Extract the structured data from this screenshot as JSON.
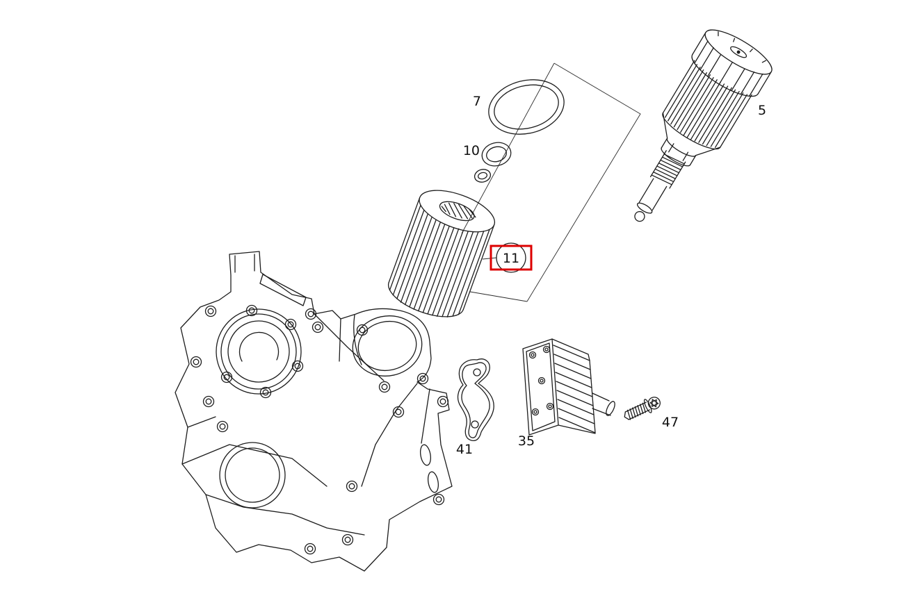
{
  "diagram": {
    "background_color": "#ffffff",
    "line_color": "#1c1c1c",
    "highlight_color": "#dd0000",
    "selected_part_label": "11",
    "parts": {
      "seal_ring": {
        "label": "7",
        "highlighted": false
      },
      "o_rings": {
        "label": "10",
        "highlighted": false
      },
      "filter_cap": {
        "label": "5",
        "highlighted": false
      },
      "filter_element": {
        "label": "11",
        "highlighted": true
      },
      "gasket": {
        "label": "41",
        "highlighted": false
      },
      "oil_cooler": {
        "label": "35",
        "highlighted": false
      },
      "screw": {
        "label": "47",
        "highlighted": false
      }
    }
  }
}
